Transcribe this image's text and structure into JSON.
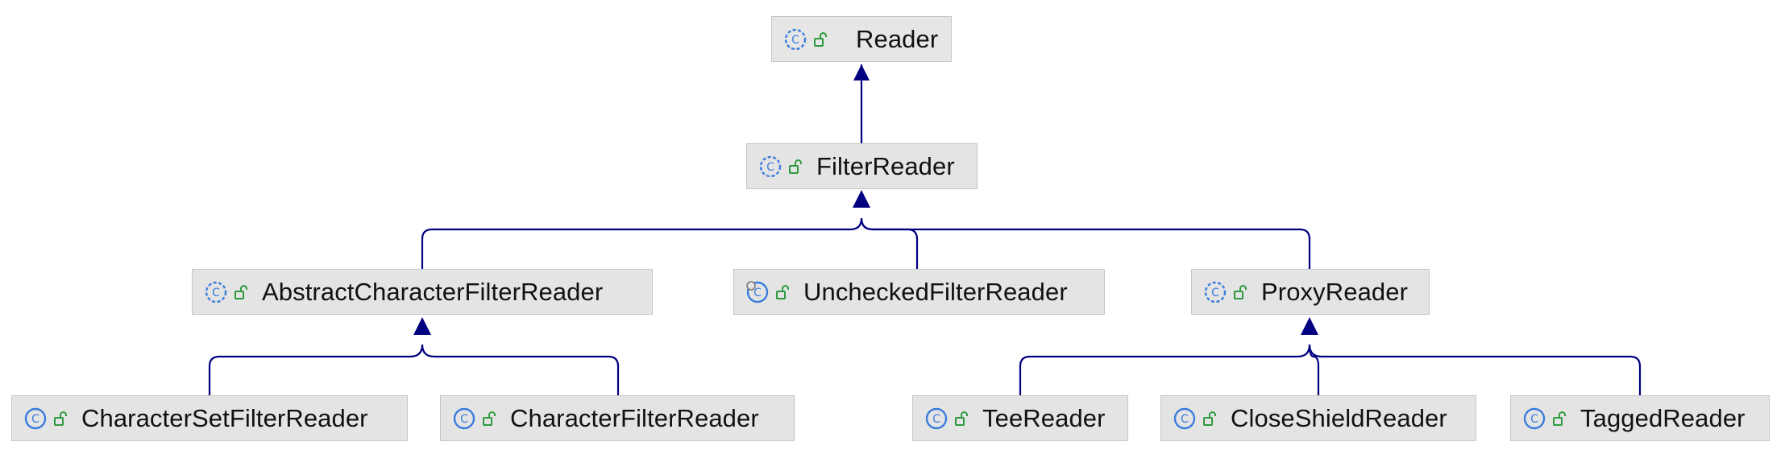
{
  "colors": {
    "edge": "#000080",
    "node_fill": "#e4e4e4",
    "node_border": "#c6c6c6",
    "class_icon": "#3b7ddd",
    "lock_icon": "#2e9b3e"
  },
  "icons": {
    "class": "class-c-icon",
    "abstract_class": "abstract-class-icon",
    "visibility": "unlocked-public-icon"
  },
  "nodes": {
    "reader": {
      "label": "Reader"
    },
    "filter_reader": {
      "label": "FilterReader"
    },
    "abstract_character_filter_reader": {
      "label": "AbstractCharacterFilterReader"
    },
    "unchecked_filter_reader": {
      "label": "UncheckedFilterReader"
    },
    "proxy_reader": {
      "label": "ProxyReader"
    },
    "character_set_filter_reader": {
      "label": "CharacterSetFilterReader"
    },
    "character_filter_reader": {
      "label": "CharacterFilterReader"
    },
    "tee_reader": {
      "label": "TeeReader"
    },
    "close_shield_reader": {
      "label": "CloseShieldReader"
    },
    "tagged_reader": {
      "label": "TaggedReader"
    }
  }
}
